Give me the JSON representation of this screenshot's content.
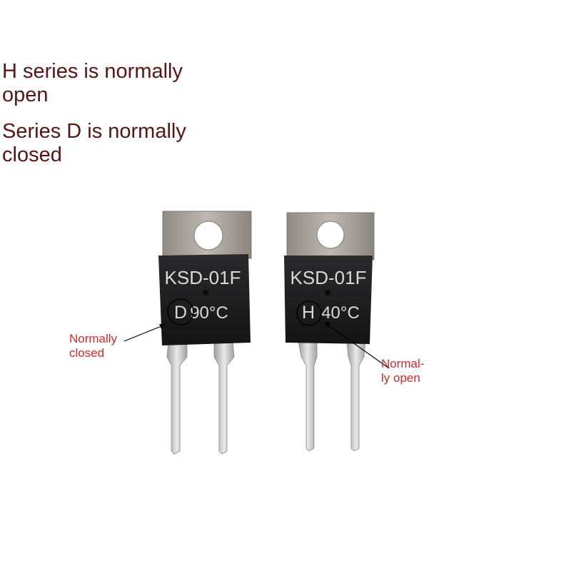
{
  "heading": {
    "h_series": "H series is normally open",
    "d_series": "Series D is normally closed"
  },
  "components": {
    "left": {
      "model": "KSD-01F",
      "type_letter": "D",
      "temperature": "90°C",
      "callout": "Normally\nclosed"
    },
    "right": {
      "model": "KSD-01F",
      "type_letter": "H",
      "temperature": "40°C",
      "callout": "Normal-\nly open"
    }
  },
  "colors": {
    "heading_text": "#5b1414",
    "callout_text": "#d42a2a",
    "chip_body": "#1c1c1e",
    "metal_tab": "#a8a39c",
    "leads": "#c7c7c7"
  }
}
